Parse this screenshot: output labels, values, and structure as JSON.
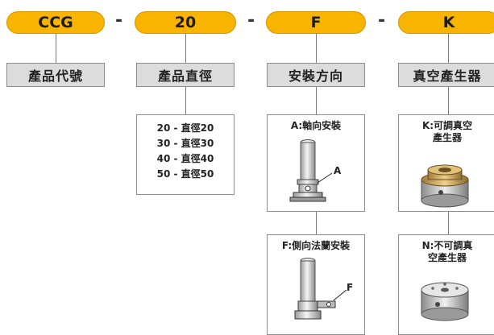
{
  "code_segments": [
    {
      "code": "CCG",
      "label": "產品代號"
    },
    {
      "code": "20",
      "label": "產品直徑"
    },
    {
      "code": "F",
      "label": "安裝方向"
    },
    {
      "code": "K",
      "label": "真空產生器"
    }
  ],
  "separator": "-",
  "diameter_options": [
    "20 - 直徑20",
    "30 - 直徑30",
    "40 - 直徑40",
    "50 - 直徑50"
  ],
  "mount_options": [
    {
      "title": "A:軸向安裝",
      "callout": "A"
    },
    {
      "title": "F:側向法蘭安裝",
      "callout": "F"
    }
  ],
  "generator_options": [
    {
      "title_line1": "K:可調真空",
      "title_line2": "產生器"
    },
    {
      "title_line1": "N:不可調真",
      "title_line2": "空產生器"
    }
  ],
  "colors": {
    "pill_fill": "#f9b400",
    "label_fill": "#dcdcdc",
    "border": "#8c8c8c"
  }
}
